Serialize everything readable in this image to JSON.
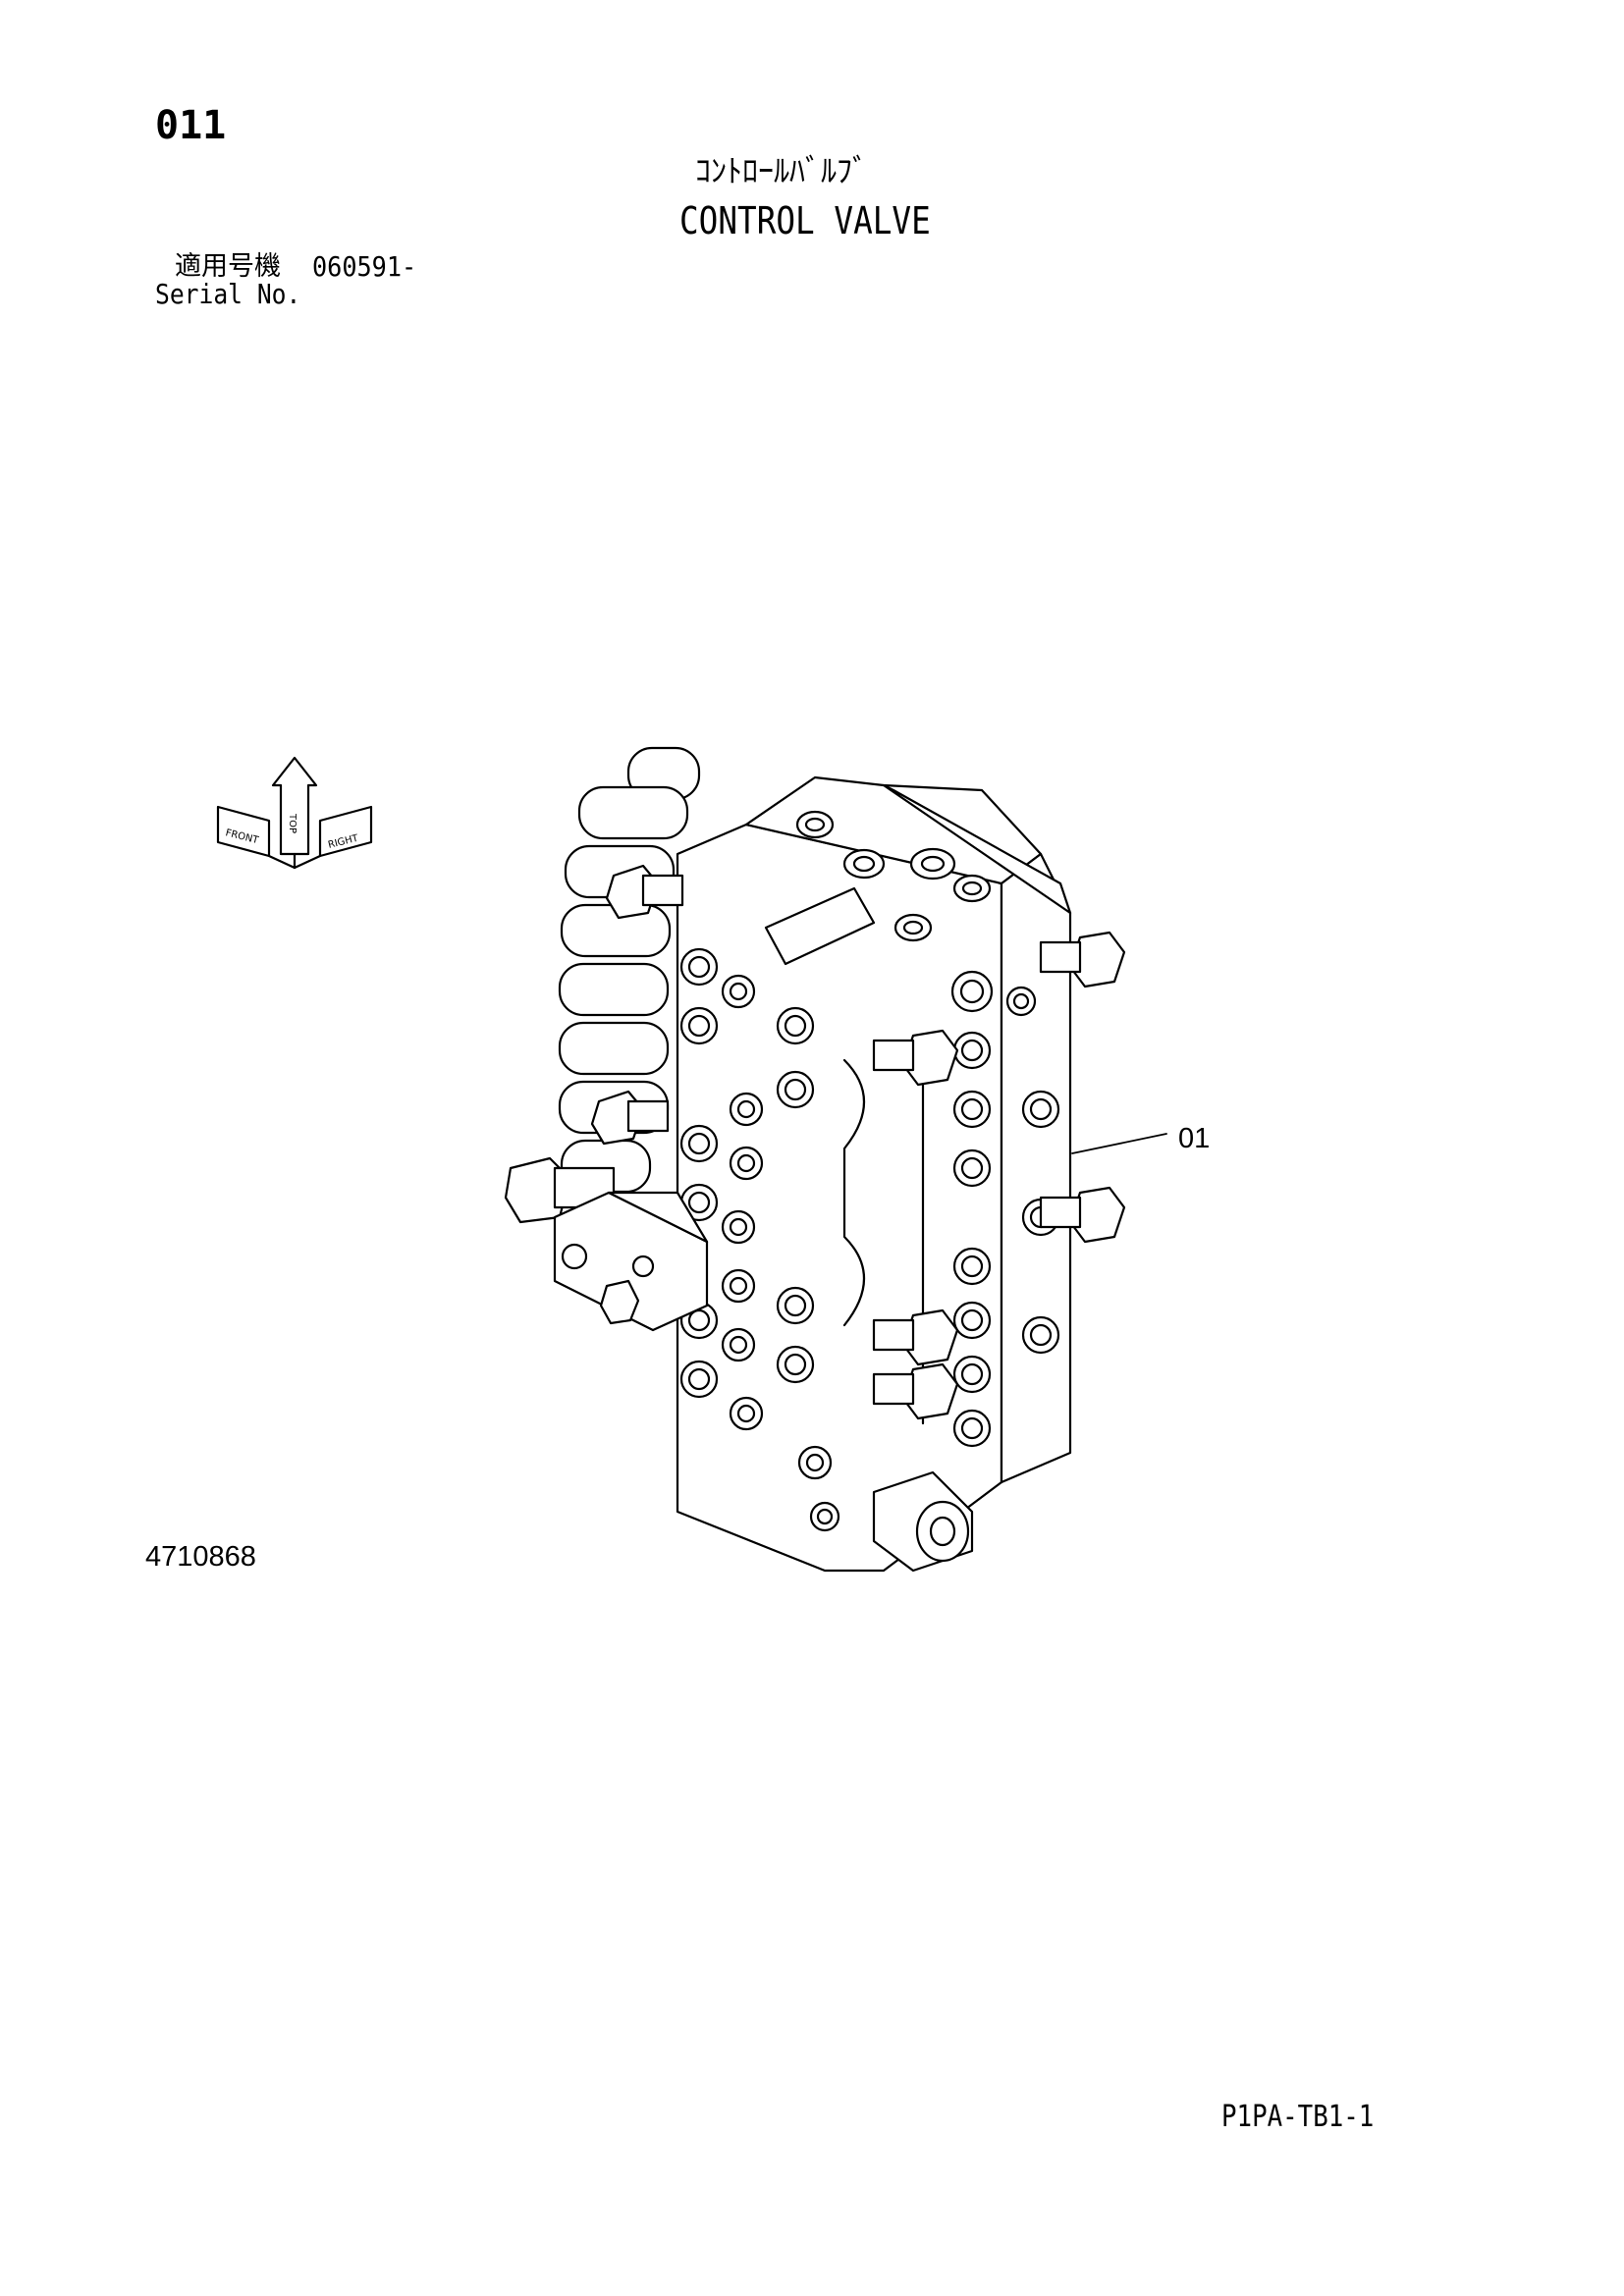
{
  "header": {
    "page_number": "011",
    "title_jp": "ｺﾝﾄﾛｰﾙﾊﾞﾙﾌﾞ",
    "title_en": "CONTROL VALVE"
  },
  "serial": {
    "label_jp": "適用号機",
    "value": "060591-",
    "label_en": "Serial No."
  },
  "orientation": {
    "front": "FRONT",
    "right": "RIGHT",
    "top": "TOP"
  },
  "illustration": {
    "callout": "01",
    "part_number": "4710868"
  },
  "footer": {
    "drawing_code": "P1PA-TB1-1"
  }
}
